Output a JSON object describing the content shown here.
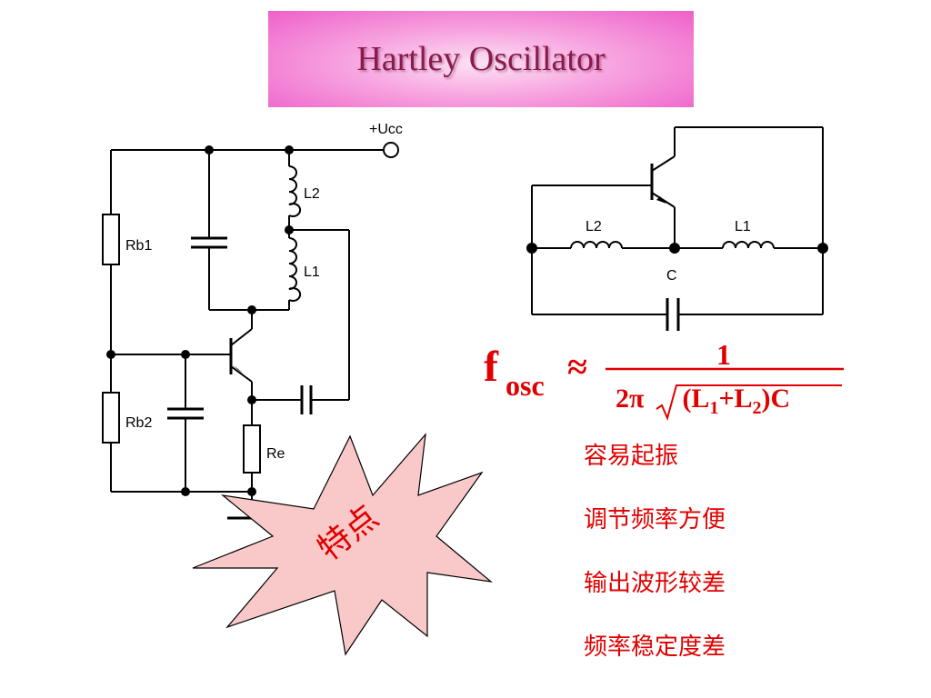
{
  "title": "Hartley Oscillator",
  "left_circuit": {
    "supply_label": "+Ucc",
    "labels": {
      "rb1": "Rb1",
      "rb2": "Rb2",
      "re": "Re",
      "l1": "L1",
      "l2": "L2"
    }
  },
  "right_circuit": {
    "labels": {
      "l1": "L1",
      "l2": "L2",
      "c": "C"
    }
  },
  "formula": {
    "lhs_main": "f",
    "lhs_sub": "osc",
    "approx": "≈",
    "numerator": "1",
    "den_prefix": "2π",
    "den_open": "(L",
    "den_sub1": "1",
    "den_plus": "+L",
    "den_sub2": "2",
    "den_close": ")C"
  },
  "burst_label": "特点",
  "features": [
    "容易起振",
    "调节频率方便",
    "输出波形较差",
    "频率稳定度差"
  ],
  "colors": {
    "accent": "#e00000",
    "title": "#8b1a4a",
    "burst_fill": "#f9c9c9"
  }
}
